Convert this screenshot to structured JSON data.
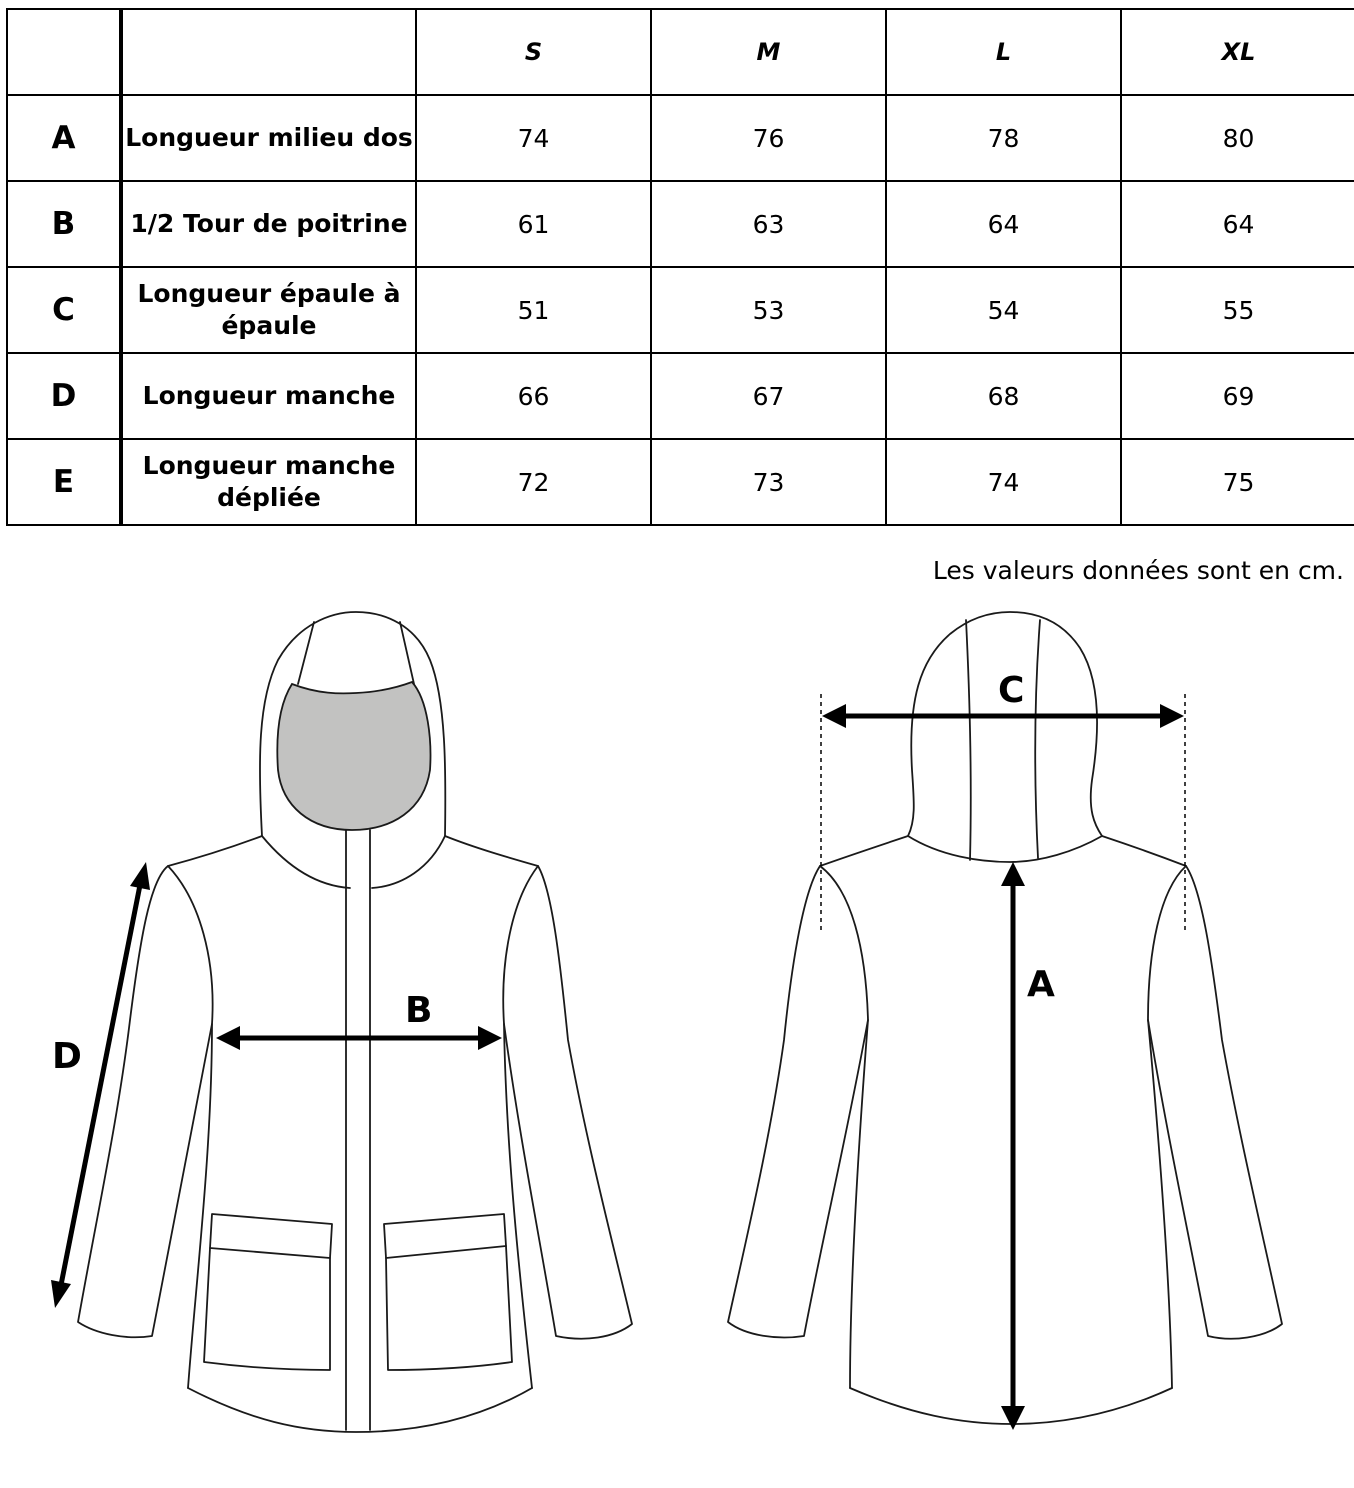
{
  "table": {
    "corner_letter": "",
    "corner_label": "",
    "sizes": [
      "S",
      "M",
      "L",
      "XL"
    ],
    "rows": [
      {
        "letter": "A",
        "label": "Longueur milieu dos",
        "values": [
          "74",
          "76",
          "78",
          "80"
        ]
      },
      {
        "letter": "B",
        "label": "1/2 Tour de poitrine",
        "values": [
          "61",
          "63",
          "64",
          "64"
        ]
      },
      {
        "letter": "C",
        "label": "Longueur épaule à épaule",
        "values": [
          "51",
          "53",
          "54",
          "55"
        ]
      },
      {
        "letter": "D",
        "label": "Longueur manche",
        "values": [
          "66",
          "67",
          "68",
          "69"
        ]
      },
      {
        "letter": "E",
        "label": "Longueur manche dépliée",
        "values": [
          "72",
          "73",
          "74",
          "75"
        ]
      }
    ]
  },
  "unit_note": "Les valeurs données sont en cm.",
  "diagram": {
    "front_labels": {
      "chest": "B",
      "sleeve": "D"
    },
    "back_labels": {
      "shoulder": "C",
      "back_length": "A"
    },
    "colors": {
      "outline": "#1a1a1a",
      "hood_lining": "#c2c2c1",
      "arrow": "#000000"
    },
    "icons": [
      "jacket-front-illustration",
      "jacket-back-illustration"
    ]
  }
}
